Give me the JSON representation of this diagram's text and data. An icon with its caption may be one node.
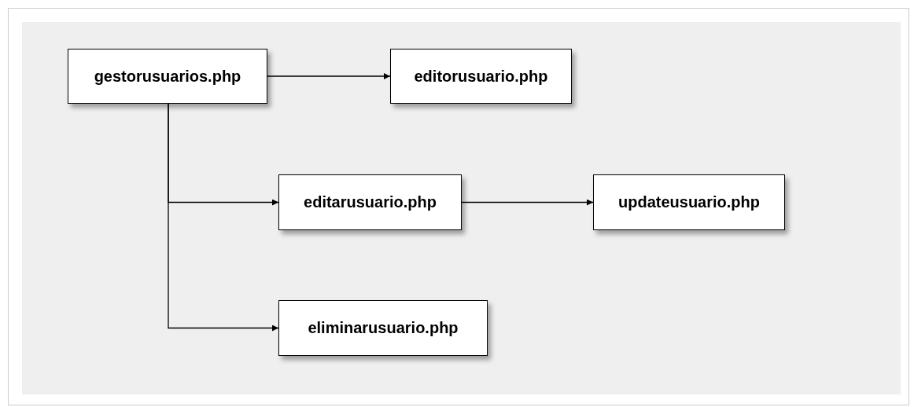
{
  "diagram": {
    "nodes": [
      {
        "text": [
          "gestorusuarios.php"
        ]
      },
      {
        "text": [
          "editorusuario.php"
        ]
      },
      {
        "text": [
          "editarusuario.php"
        ]
      },
      {
        "text": [
          "updateusuario.php"
        ]
      },
      {
        "text": [
          "eliminarusuario.php"
        ]
      }
    ],
    "edges": [
      {
        "from": 0,
        "to": 1,
        "arrow": "to"
      },
      {
        "from": 0,
        "to": 2,
        "arrow": "to"
      },
      {
        "from": 2,
        "to": 3,
        "arrow": "to"
      },
      {
        "from": 0,
        "to": 4,
        "arrow": "to"
      }
    ]
  }
}
